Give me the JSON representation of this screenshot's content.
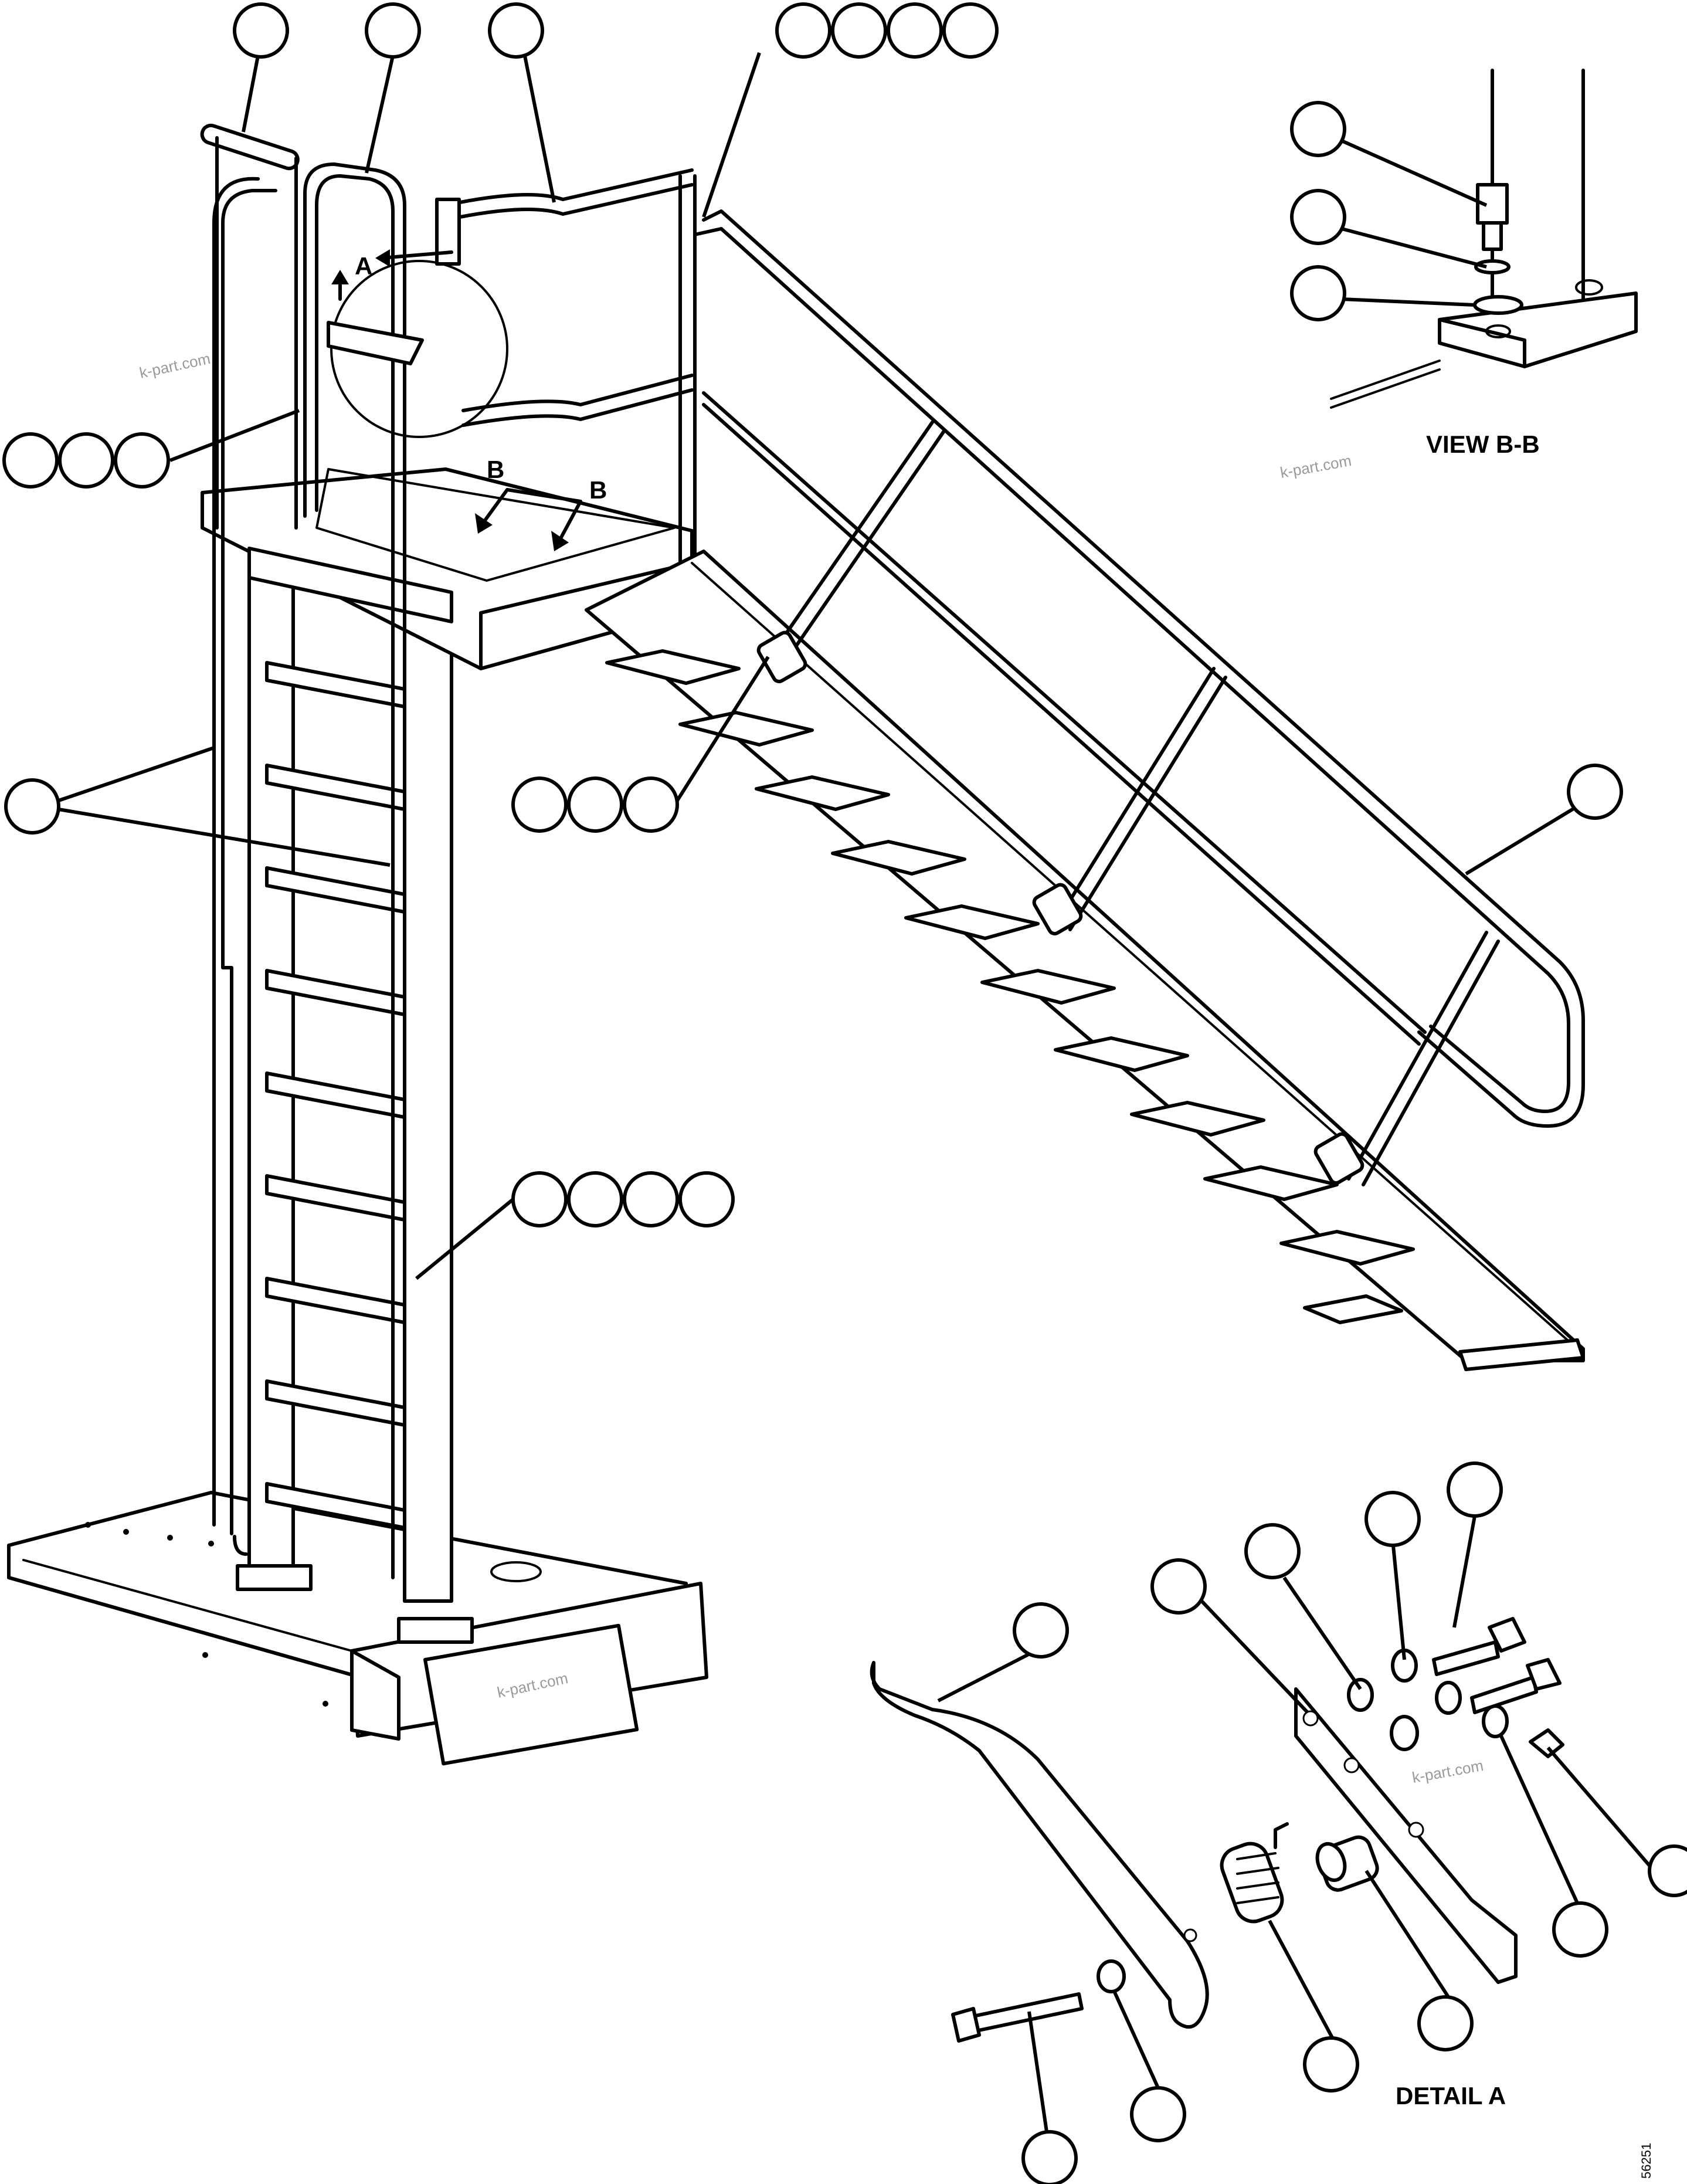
{
  "labels": {
    "view_bb": "VIEW B-B",
    "detail_a": "DETAIL A",
    "arrow_a": "A",
    "arrow_b_left": "B",
    "arrow_b_right": "B"
  },
  "watermarks": [
    "k-part.com",
    "k-part.com",
    "k-part.com",
    "k-part.com"
  ],
  "drawing_code": "56251",
  "callout_groups": [
    {
      "name": "top-handrail-left",
      "count": 1
    },
    {
      "name": "top-handrail-middle",
      "count": 1
    },
    {
      "name": "top-guardrail",
      "count": 1
    },
    {
      "name": "stair-rail-clamp-hardware",
      "count": 4
    },
    {
      "name": "view-bb-bolt",
      "count": 1
    },
    {
      "name": "view-bb-lockwasher",
      "count": 1
    },
    {
      "name": "view-bb-flatwasher",
      "count": 1
    },
    {
      "name": "ladder-clamp-hardware",
      "count": 3
    },
    {
      "name": "ladder-rails",
      "count": 1
    },
    {
      "name": "stair-bracket-hardware",
      "count": 3
    },
    {
      "name": "stair-handrail",
      "count": 1
    },
    {
      "name": "ladder-mount-hardware",
      "count": 4
    },
    {
      "name": "detail-a-bolts",
      "count": 1
    },
    {
      "name": "detail-a-lockwasher",
      "count": 1
    },
    {
      "name": "detail-a-flatwasher",
      "count": 1
    },
    {
      "name": "detail-a-plate",
      "count": 1
    },
    {
      "name": "detail-a-gate-bar",
      "count": 1
    },
    {
      "name": "detail-a-nut",
      "count": 1
    },
    {
      "name": "detail-a-washer-right",
      "count": 1
    },
    {
      "name": "detail-a-bushing",
      "count": 1
    },
    {
      "name": "detail-a-spring",
      "count": 1
    },
    {
      "name": "detail-a-washer-bottom",
      "count": 1
    },
    {
      "name": "detail-a-pin-bolt",
      "count": 1
    }
  ]
}
